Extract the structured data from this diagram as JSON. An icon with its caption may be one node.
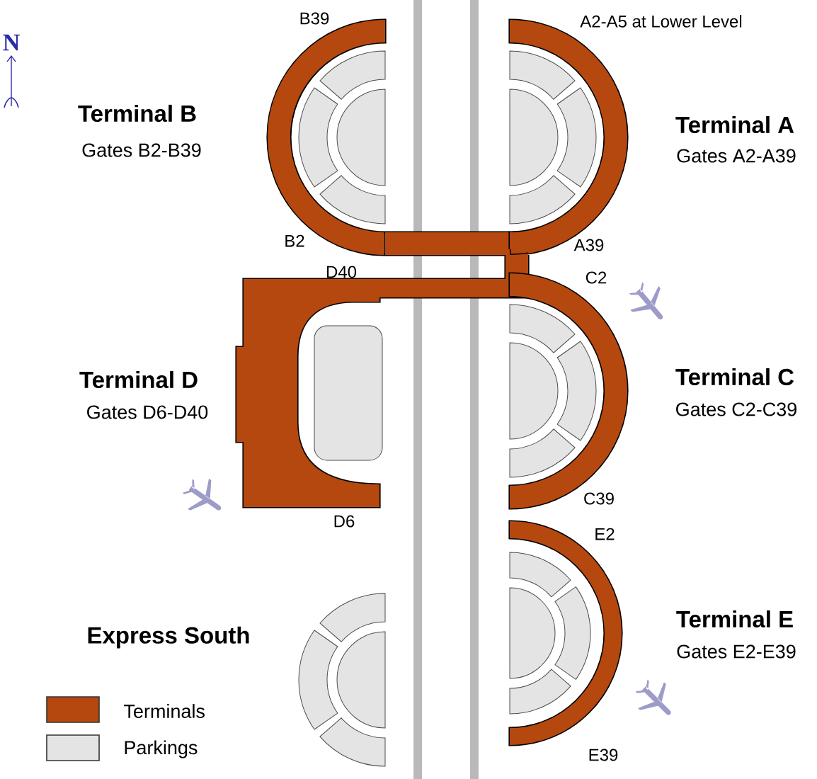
{
  "diagram": {
    "labels": [
      "N",
      "B39",
      "A2-A5 at Lower Level",
      "Terminal B",
      "Gates B2-B39",
      "Terminal A",
      "Gates A2-A39",
      "B2",
      "A39",
      "D40",
      "C2",
      "Terminal D",
      "Gates D6-D40",
      "Terminal C",
      "Gates C2-C39",
      "D6",
      "C39",
      "E2",
      "Express South",
      "Terminal E",
      "Gates E2-E39",
      "E39"
    ],
    "legend": [
      {
        "text": "Terminals",
        "color": "#b5480e"
      },
      {
        "text": "Parkings",
        "color": "#e4e4e4"
      }
    ]
  }
}
